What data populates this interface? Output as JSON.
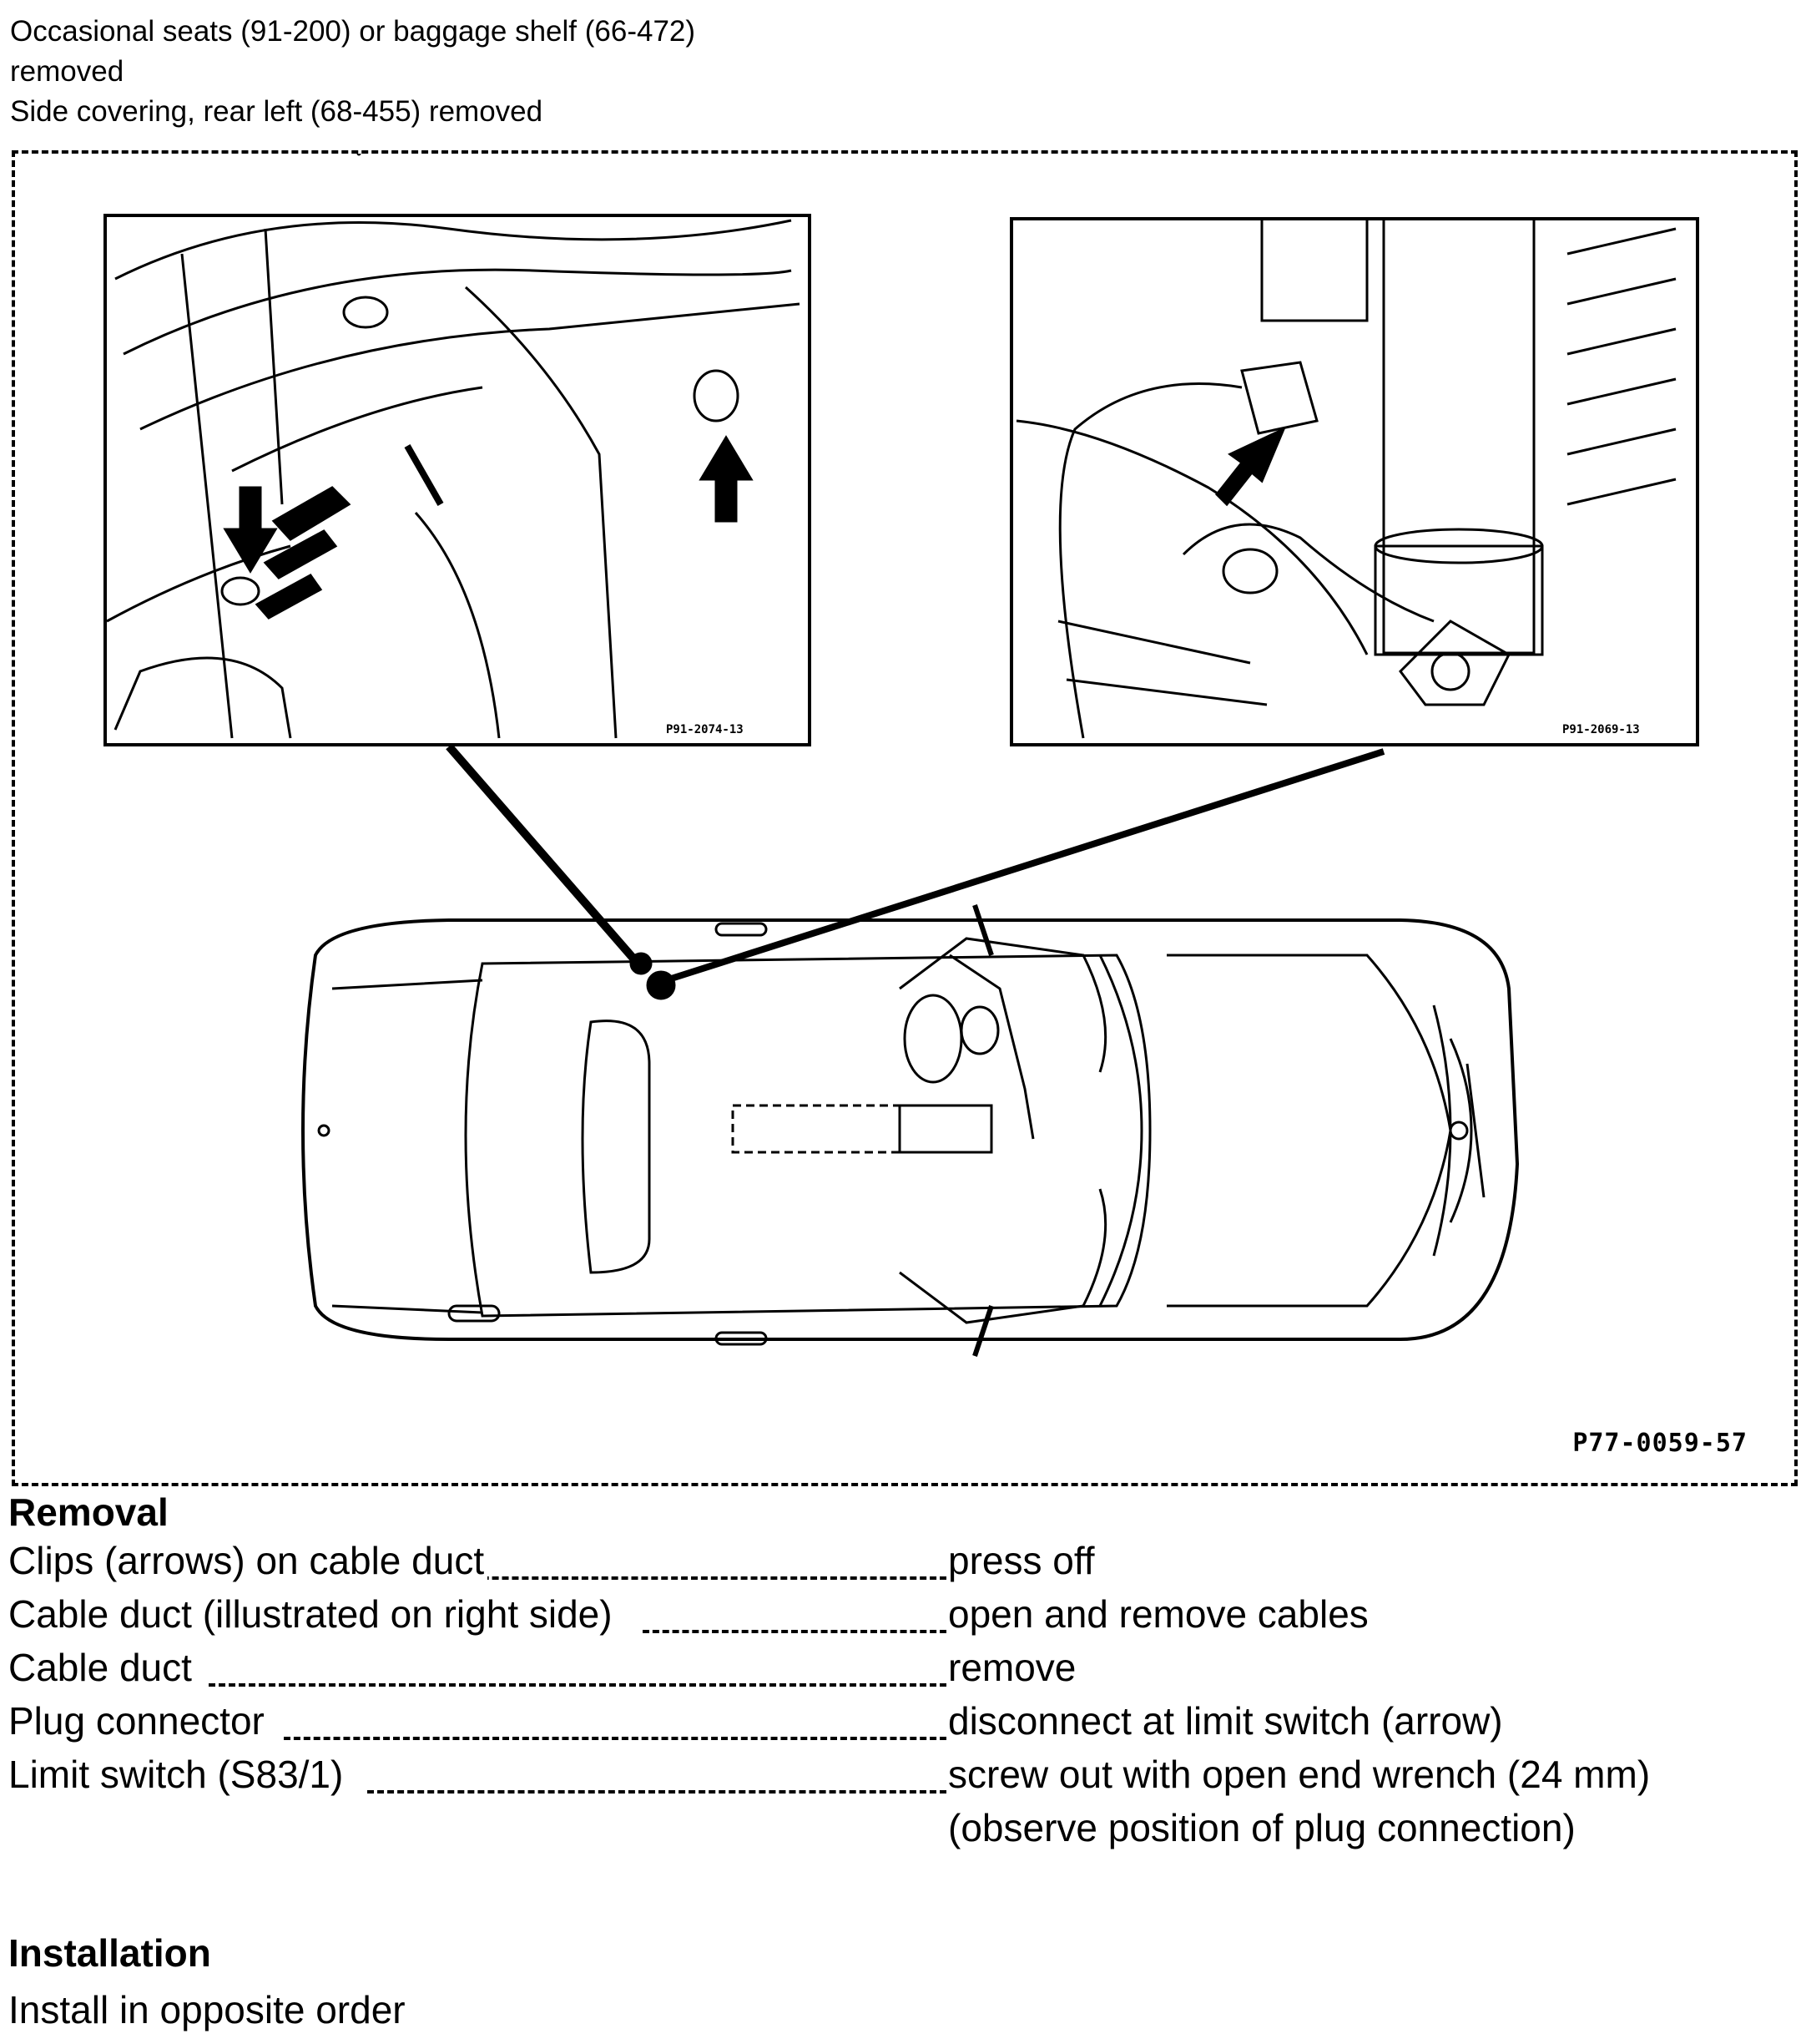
{
  "prerequisites": [
    "Occasional seats (91-200) or baggage shelf (66-472)",
    "removed",
    "Side covering, rear left (68-455) removed"
  ],
  "figure": {
    "code": "P77-0059-57",
    "inset_left_code": "P91-2074-13",
    "inset_right_code": "P91-2069-13"
  },
  "removal": {
    "heading": "Removal",
    "steps": [
      {
        "what": "Clips (arrows) on cable duct",
        "action": "press off"
      },
      {
        "what": "Cable duct (illustrated on right side)",
        "action": "open and remove cables"
      },
      {
        "what": "Cable duct",
        "action": "remove"
      },
      {
        "what": "Plug connector",
        "action": "disconnect at limit switch (arrow)"
      },
      {
        "what": "Limit switch (S83/1)",
        "action": "screw out with open end wrench (24 mm)"
      }
    ],
    "note": "(observe position of plug connection)"
  },
  "installation": {
    "heading": "Installation",
    "text": "Install in opposite order"
  }
}
